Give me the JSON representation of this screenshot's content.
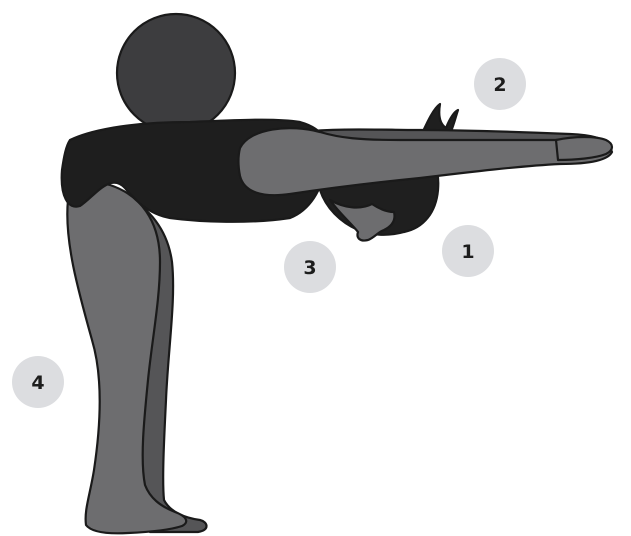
{
  "colors": {
    "skin": "#6d6d6f",
    "skin_shadow": "#555557",
    "leotard": "#1e1e1e",
    "hair": "#1f1f1f",
    "ball": "#3d3d3f",
    "callout_fill": "#dcdde0",
    "callout_text": "#1d1d1d"
  },
  "illustration": {
    "subject": "person-bending-forward-arms-extended",
    "callouts": [
      {
        "id": "callout-1",
        "label": "1"
      },
      {
        "id": "callout-2",
        "label": "2"
      },
      {
        "id": "callout-3",
        "label": "3"
      },
      {
        "id": "callout-4",
        "label": "4"
      }
    ]
  }
}
